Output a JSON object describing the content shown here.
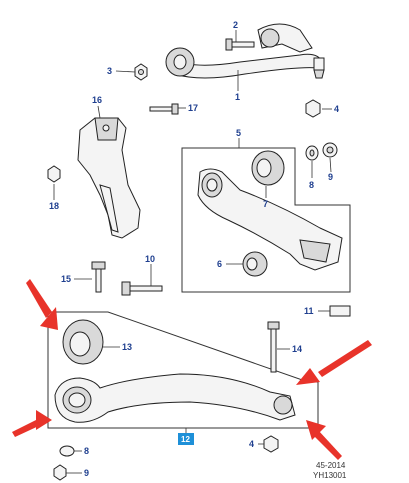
{
  "callouts": {
    "c1": "1",
    "c2": "2",
    "c3": "3",
    "c4a": "4",
    "c4b": "4",
    "c5": "5",
    "c6": "6",
    "c7": "7",
    "c8a": "8",
    "c8b": "8",
    "c9a": "9",
    "c9b": "9",
    "c10": "10",
    "c11": "11",
    "c13": "13",
    "c14": "14",
    "c15": "15",
    "c16": "16",
    "c17": "17",
    "c18": "18"
  },
  "highlight_tag": "12",
  "footer": {
    "line1": "45-2014",
    "line2": "YH13001"
  },
  "colors": {
    "accent_arrow": "#e8332a",
    "callout_text": "#1f3f8f",
    "tag_bg": "#1e90d8"
  }
}
